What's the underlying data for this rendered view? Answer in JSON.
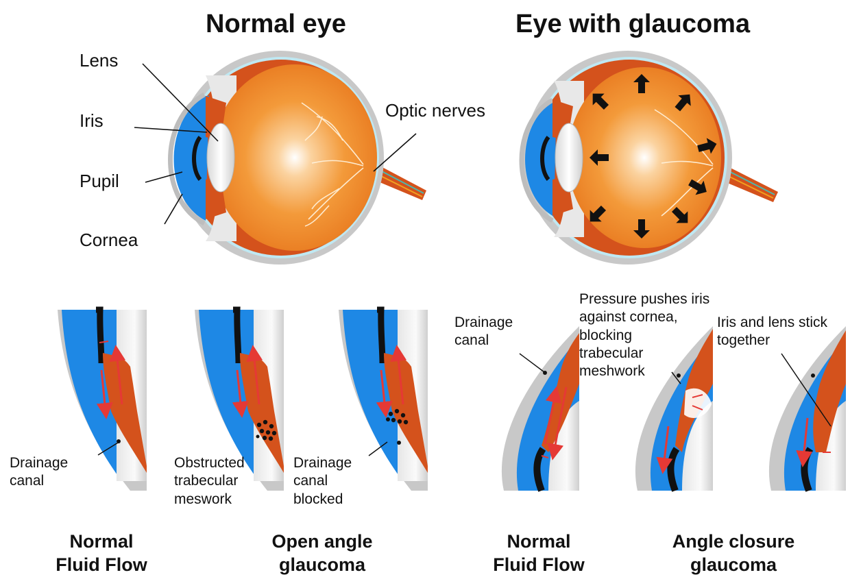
{
  "titles": {
    "normal": "Normal eye",
    "glaucoma": "Eye with glaucoma"
  },
  "anatomy_labels": {
    "lens": "Lens",
    "iris": "Iris",
    "pupil": "Pupil",
    "cornea": "Cornea",
    "optic": "Optic nerves"
  },
  "detail_labels": {
    "drainage1": "Drainage\ncanal",
    "obstructed": "Obstructed\ntrabecular\nmeswork",
    "blocked": "Drainage\ncanal\nblocked",
    "drainage2": "Drainage\ncanal",
    "pressure": "Pressure pushes iris\nagainst cornea,\nblocking\ntrabecular\nmeshwork",
    "stick": "Iris and lens stick\ntogether"
  },
  "captions": {
    "c1": "Normal\nFluid Flow",
    "c2": "Open angle\nglaucoma",
    "c3": "Normal\nFluid Flow",
    "c4": "Angle closure\nglaucoma"
  },
  "colors": {
    "vitreous": "#f0922e",
    "choroid": "#d4521c",
    "cornea_blue": "#1e88e5",
    "sclera": "#bdbdbd",
    "arrow_red": "#e53935"
  }
}
